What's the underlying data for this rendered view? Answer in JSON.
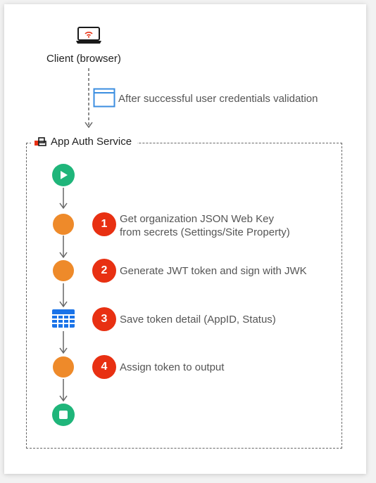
{
  "client": {
    "label": "Client (browser)",
    "icon": "laptop-wifi-icon"
  },
  "connector": {
    "label": "After successful user credentials validation",
    "icon": "browser-window-icon"
  },
  "service": {
    "title": "App Auth Service",
    "icon": "app-service-icon"
  },
  "steps": [
    {
      "number": "1",
      "line1": "Get organization JSON Web Key",
      "line2": "from secrets (Settings/Site Property)"
    },
    {
      "number": "2",
      "line1": "Generate JWT token and sign with JWK"
    },
    {
      "number": "3",
      "line1": "Save token detail (AppID, Status)"
    },
    {
      "number": "4",
      "line1": "Assign token to output"
    }
  ],
  "colors": {
    "start_stop": "#1fb57a",
    "activity": "#ee8a2a",
    "badge": "#e83012",
    "table": "#1a73e8",
    "browser": "#3b8ee0"
  }
}
